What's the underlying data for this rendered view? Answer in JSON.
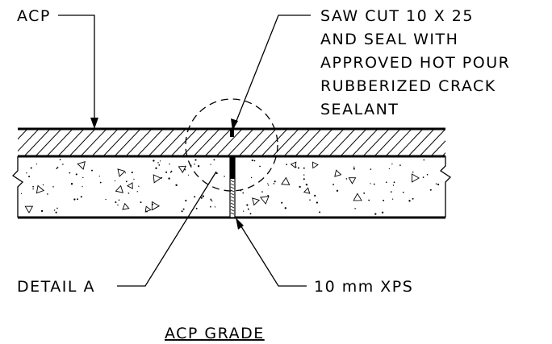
{
  "labels": {
    "acp": "ACP",
    "sawcut": [
      "SAW CUT 10 X 25",
      "AND SEAL WITH",
      "APPROVED HOT POUR",
      "RUBBERIZED CRACK",
      "SEALANT"
    ],
    "detail": "DETAIL A",
    "xps": "10 mm XPS",
    "title": "ACP GRADE"
  }
}
